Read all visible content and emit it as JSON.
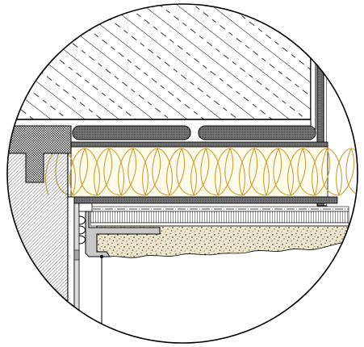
{
  "drawing": {
    "kind": "construction-detail",
    "style": "black line art with hatching",
    "layers_visible": [
      "concrete-slab-hatch",
      "gypsum-board-strips",
      "mineral-wool-insulation",
      "steel-sheet",
      "screed-with-heating",
      "aggregate-fill",
      "wall-masonry",
      "edge-profile",
      "leader-line"
    ]
  }
}
